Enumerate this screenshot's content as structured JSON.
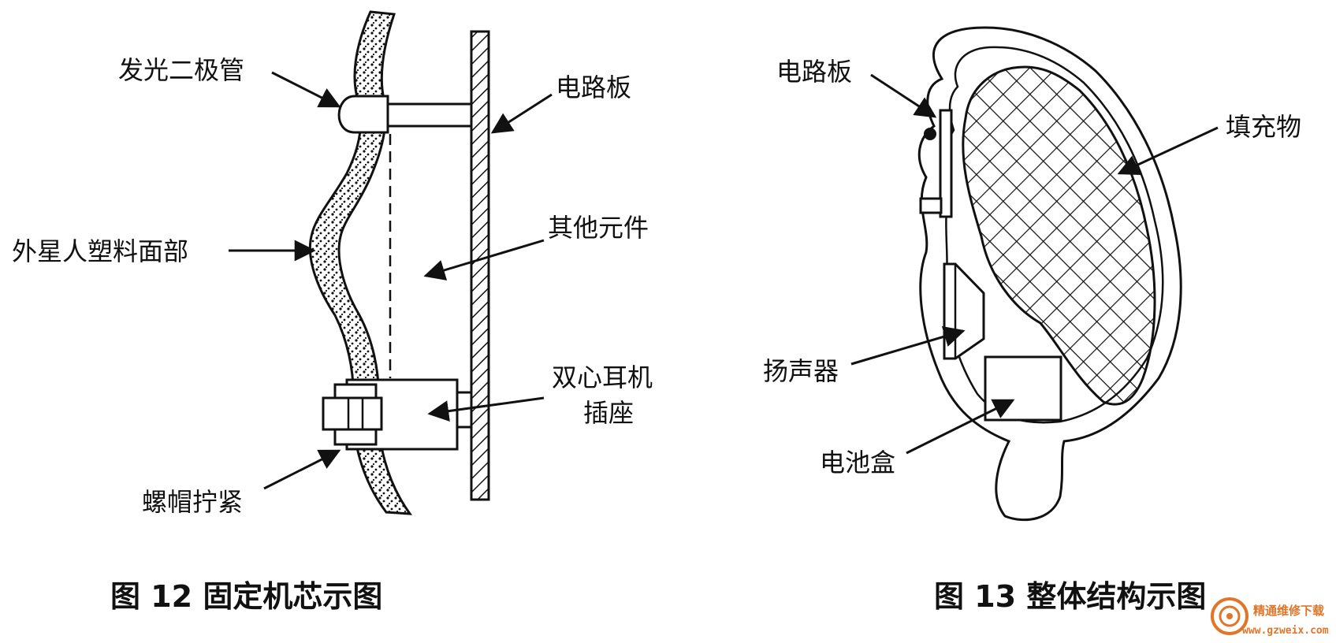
{
  "figure12": {
    "caption": "图 12  固定机芯示图",
    "labels": {
      "led": "发光二极管",
      "circuit_board": "电路板",
      "other_components": "其他元件",
      "face": "外星人塑料面部",
      "jack_line1": "双心耳机",
      "jack_line2": "插座",
      "nut": "螺帽拧紧"
    }
  },
  "figure13": {
    "caption": "图 13  整体结构示图",
    "labels": {
      "circuit_board": "电路板",
      "filler": "填充物",
      "speaker": "扬声器",
      "battery_box": "电池盒"
    }
  },
  "watermark": {
    "site_name": "精通维修下载",
    "url": "www.gzweix.com",
    "color": "#e0762a"
  }
}
